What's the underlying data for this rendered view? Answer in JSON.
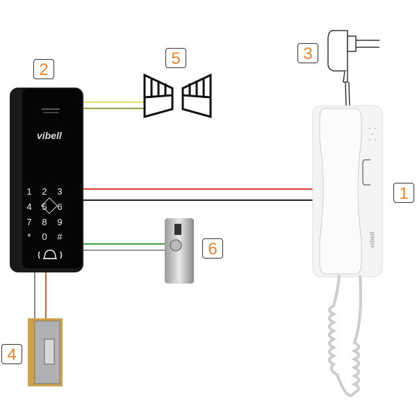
{
  "labels": {
    "intercom": "1",
    "keypad_panel": "2",
    "power_adapter": "3",
    "electric_lock": "4",
    "gate": "5",
    "exit_button": "6"
  },
  "keypad": {
    "brand": "vibell",
    "keys": [
      "1",
      "2",
      "3",
      "4",
      "5",
      "6",
      "7",
      "8",
      "9",
      "*",
      "0",
      "#"
    ]
  },
  "intercom": {
    "brand": "vibell"
  },
  "wire_colors": {
    "gate": [
      "#e6e060",
      "#9a9a40"
    ],
    "intercom": [
      "#d84030",
      "#222222"
    ],
    "exit_button": [
      "#40a040",
      "#999999"
    ],
    "lock": [
      "#888888",
      "#d86030"
    ]
  }
}
